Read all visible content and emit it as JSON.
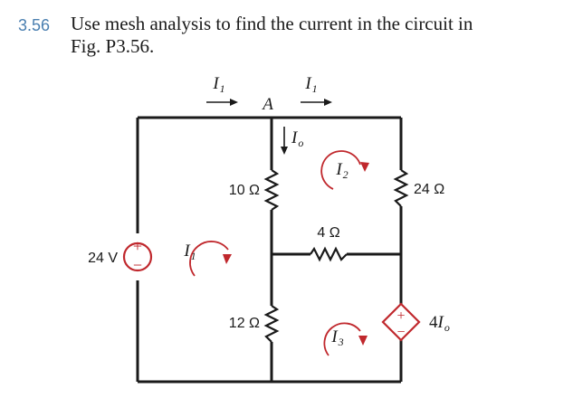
{
  "problem": {
    "number": "3.56",
    "line1": "Use mesh analysis to find the current in the circuit in",
    "line2": "Fig. P3.56."
  },
  "circuit": {
    "node_label": "A",
    "current_top_left": {
      "main": "I",
      "sub": "1"
    },
    "current_top_right": {
      "main": "I",
      "sub": "1"
    },
    "current_Io": {
      "main": "I",
      "sub": "o"
    },
    "resistor_10": "10 Ω",
    "resistor_12": "12 Ω",
    "resistor_4": "4 Ω",
    "resistor_24": "24 Ω",
    "source_voltage": "24 V",
    "source_plus": "+",
    "source_minus": "−",
    "dep_source_plus": "+",
    "dep_source_minus": "−",
    "dep_source_label": {
      "coef": "4",
      "main": "I",
      "sub": "o"
    },
    "mesh1": {
      "main": "I",
      "sub": "1"
    },
    "mesh2": {
      "main": "I",
      "sub": "2"
    },
    "mesh3": {
      "main": "I",
      "sub": "3"
    },
    "colors": {
      "wire": "#1a1a1a",
      "source": "#c0282d",
      "resistor": "#1a1a1a",
      "heading_number": "#4a7fb0"
    }
  }
}
